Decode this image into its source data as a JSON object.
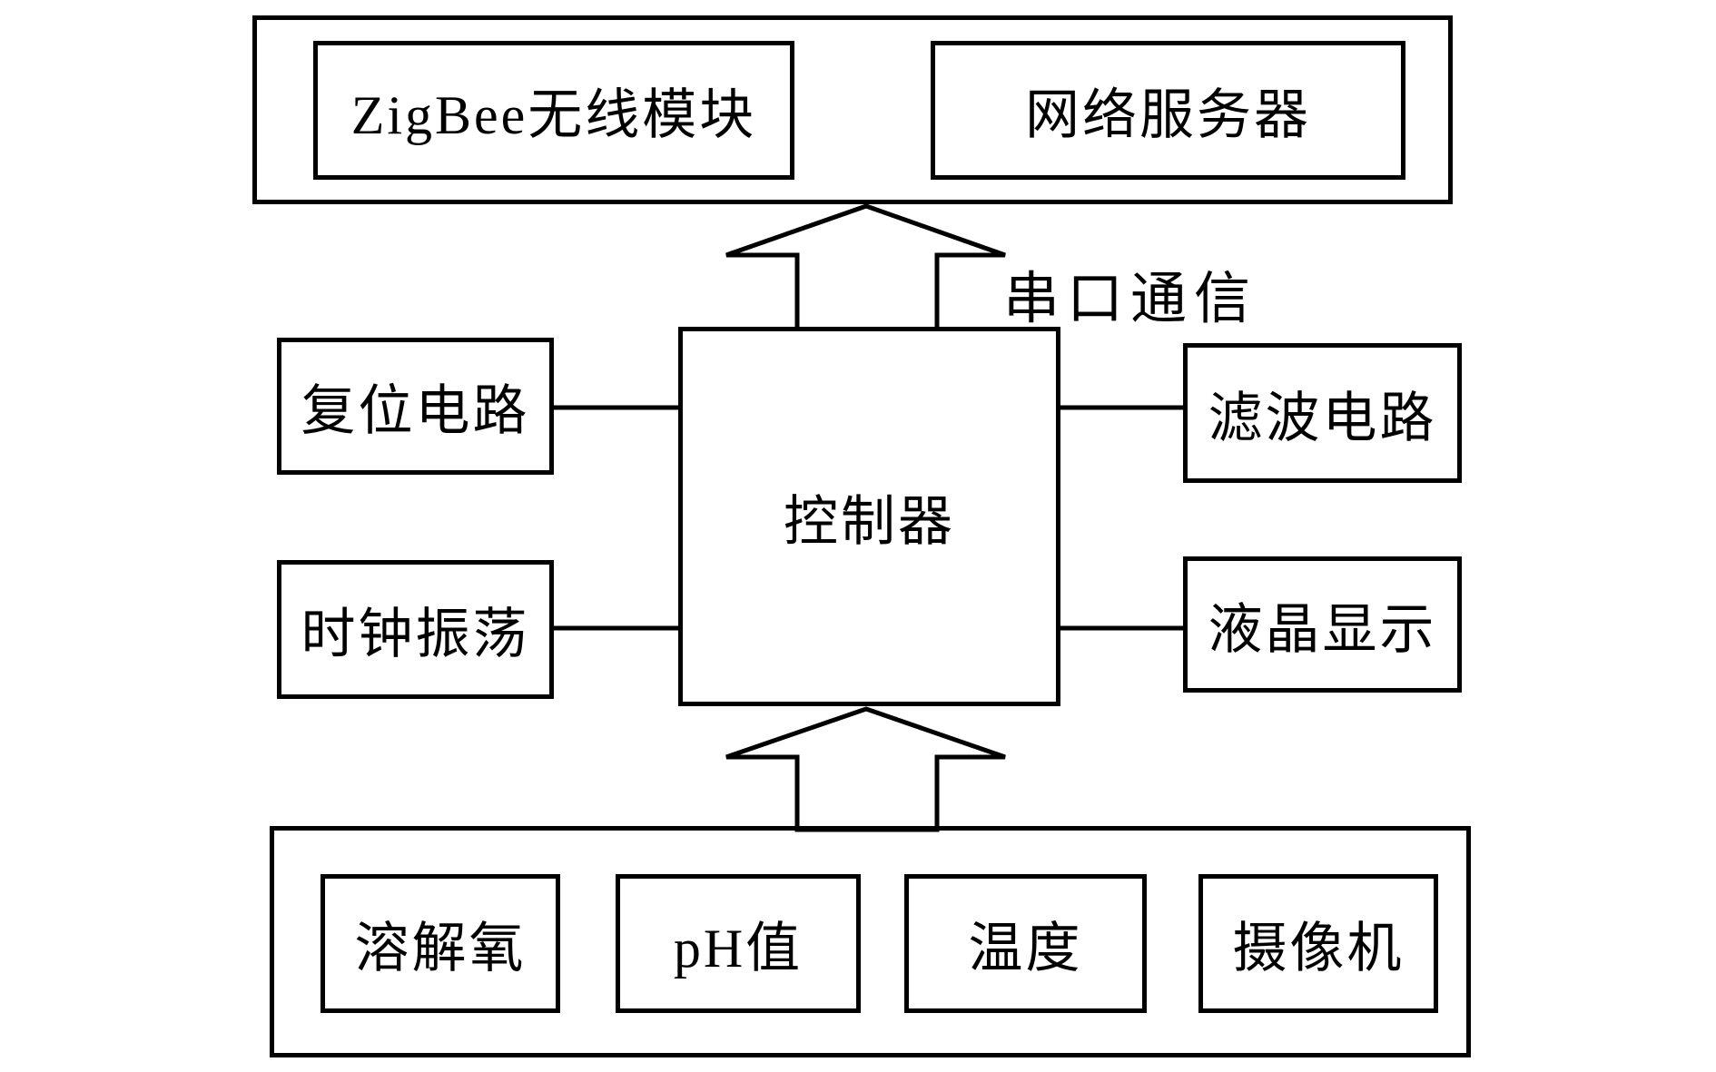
{
  "diagram": {
    "background": "#ffffff",
    "line_color": "#000000",
    "top_group": {
      "zigbee_module": "ZigBee无线模块",
      "network_server": "网络服务器"
    },
    "controller_label": "控制器",
    "serial_comm_label": "串口通信",
    "left_modules": [
      {
        "label": "复位电路"
      },
      {
        "label": "时钟振荡"
      }
    ],
    "right_modules": [
      {
        "label": "滤波电路"
      },
      {
        "label": "液晶显示"
      }
    ],
    "sensors": [
      {
        "label": "溶解氧"
      },
      {
        "label": "pH值"
      },
      {
        "label": "温度"
      },
      {
        "label": "摄像机"
      }
    ]
  }
}
